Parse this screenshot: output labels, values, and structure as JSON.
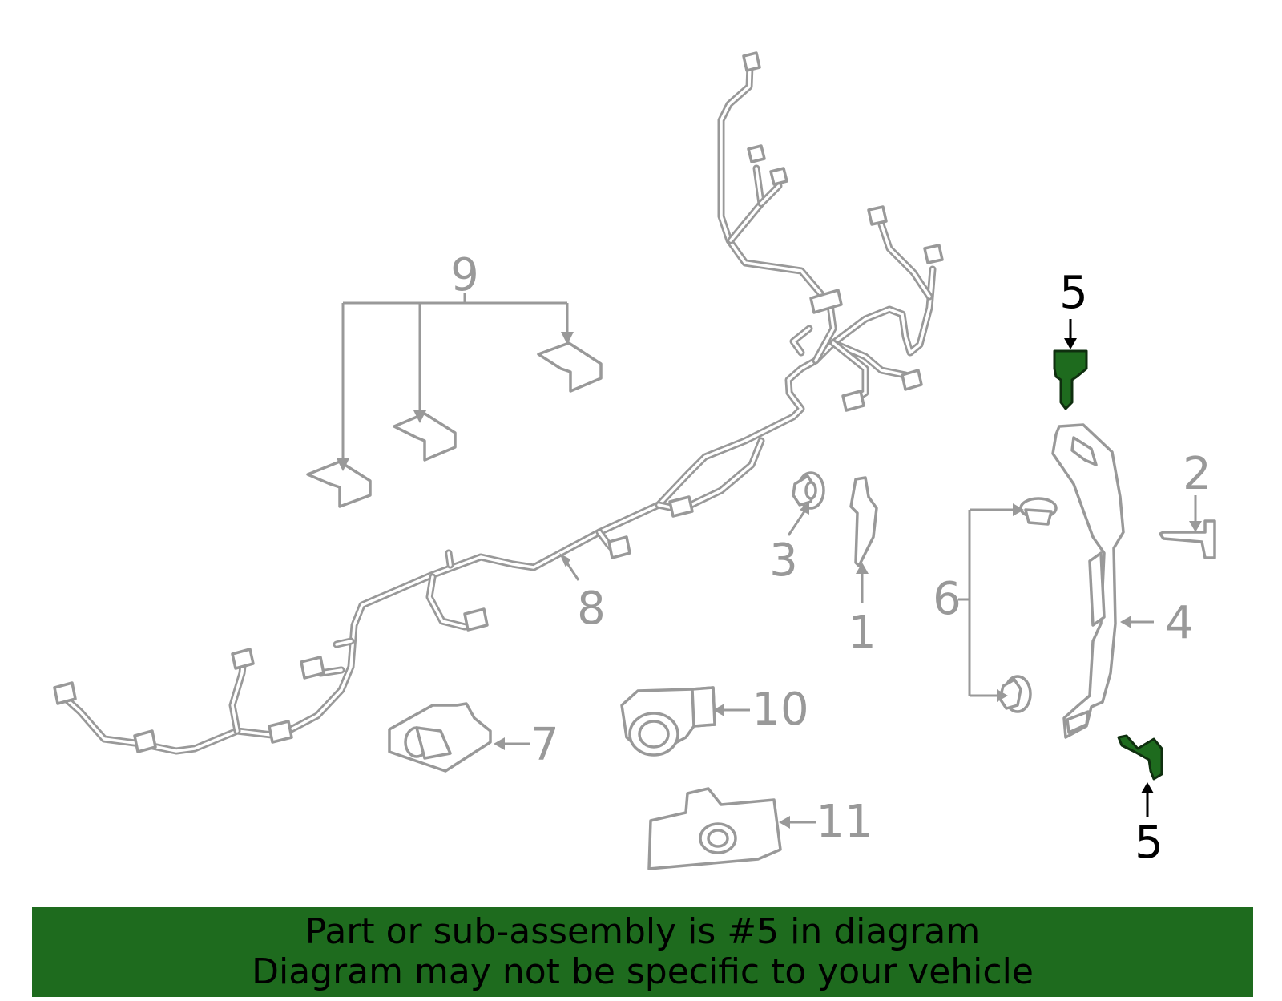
{
  "callouts": {
    "c1": "1",
    "c2": "2",
    "c3": "3",
    "c4": "4",
    "c5_top": "5",
    "c5_bottom": "5",
    "c6": "6",
    "c7": "7",
    "c8": "8",
    "c9": "9",
    "c10": "10",
    "c11": "11"
  },
  "highlight": {
    "part_number": "5",
    "color": "#1e6b1e"
  },
  "banner": {
    "line1": "Part or sub-assembly is #5 in diagram",
    "line2": "Diagram may not be specific to your vehicle"
  }
}
